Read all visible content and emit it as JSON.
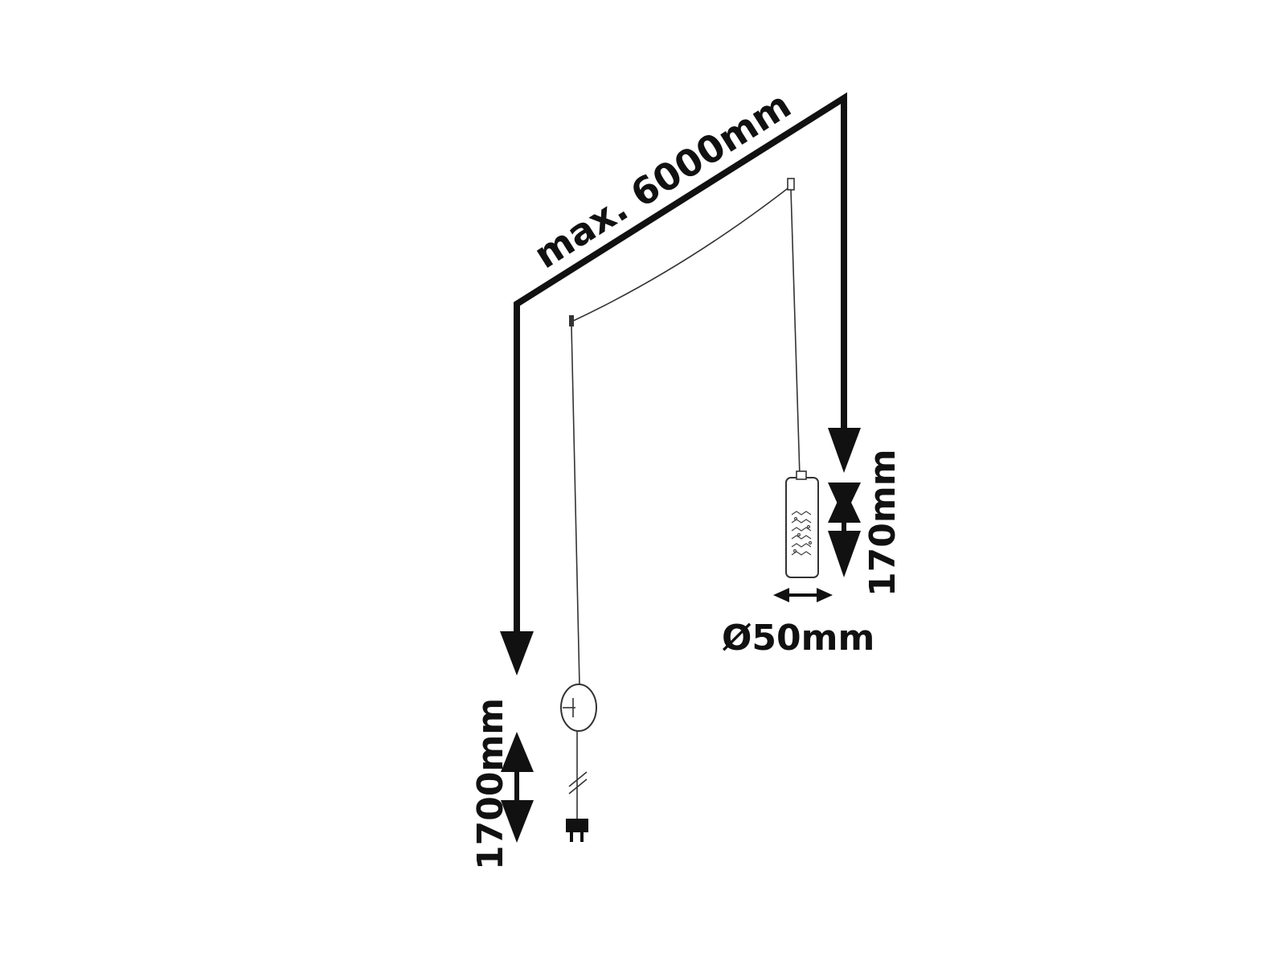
{
  "labels": {
    "max_length": "max. 6000mm",
    "cable_length": "1700mm",
    "lamp_height": "170mm",
    "lamp_diameter": "Ø50mm"
  },
  "colors": {
    "ink": "#111111",
    "line": "#333333",
    "background": "#ffffff"
  }
}
